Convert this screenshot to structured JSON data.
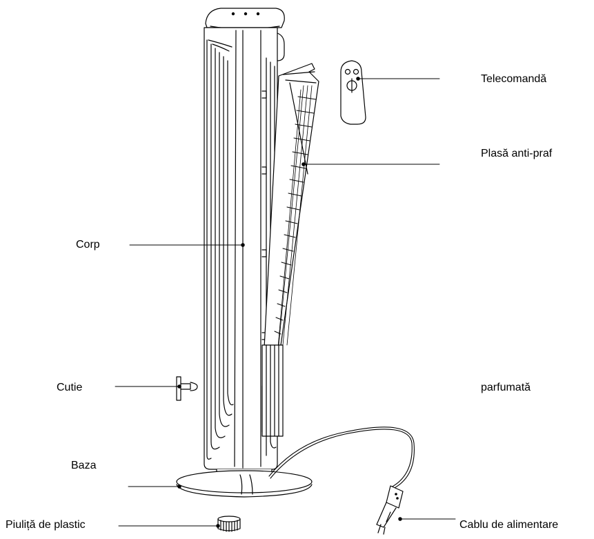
{
  "labels": {
    "remote": "Telecomandă",
    "dust_filter": "Plasă anti-praf",
    "body": "Corp",
    "box": "Cutie",
    "scented": "parfumată",
    "base": "Baza",
    "plastic_nut": "Piuliță de plastic",
    "power_cable": "Cablu de alimentare"
  },
  "colors": {
    "line": "#000000",
    "background": "#ffffff"
  }
}
